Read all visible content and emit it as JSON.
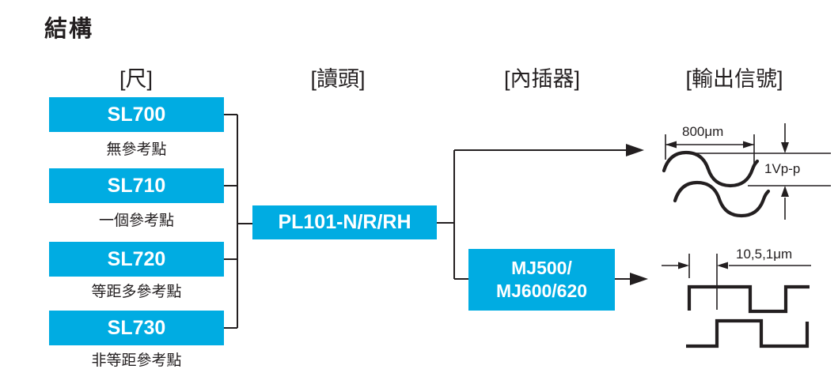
{
  "title": "結構",
  "headers": {
    "scale": "[尺]",
    "read_head": "[讀頭]",
    "interpolator": "[內插器]",
    "output_signal": "[輸出信號]"
  },
  "scales": [
    {
      "model": "SL700",
      "desc": "無參考點"
    },
    {
      "model": "SL710",
      "desc": "一個參考點"
    },
    {
      "model": "SL720",
      "desc": "等距多參考點"
    },
    {
      "model": "SL730",
      "desc": "非等距參考點"
    }
  ],
  "read_head": {
    "model": "PL101-N/R/RH"
  },
  "interpolator": {
    "line1": "MJ500/",
    "line2": "MJ600/620"
  },
  "analog_signal": {
    "period": "800μm",
    "amplitude": "1Vp-p"
  },
  "digital_signal": {
    "resolution": "10,5,1μm"
  },
  "colors": {
    "accent": "#00ACE2",
    "ink": "#231F20"
  }
}
